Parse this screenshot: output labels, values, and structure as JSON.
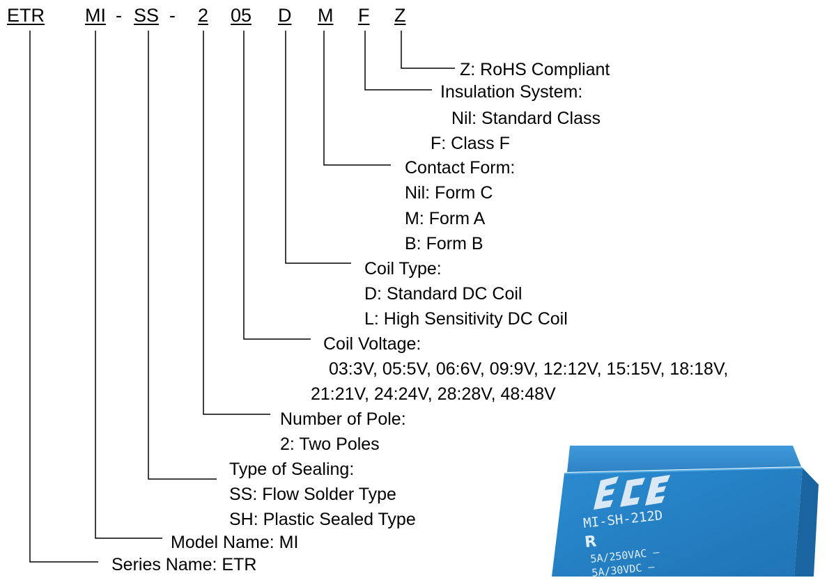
{
  "part_number": {
    "segments": [
      "ETR",
      "MI",
      "-",
      "SS",
      "-",
      "2",
      "05",
      "D",
      "M",
      "F",
      "Z"
    ]
  },
  "fields": [
    {
      "title": "Z: RoHS Compliant",
      "options": []
    },
    {
      "title": "Insulation System:",
      "options": [
        "Nil: Standard Class",
        "F: Class F"
      ]
    },
    {
      "title": "Contact Form:",
      "options": [
        "Nil: Form C",
        "M: Form A",
        "B: Form B"
      ]
    },
    {
      "title": "Coil Type:",
      "options": [
        "D: Standard DC Coil",
        "L: High Sensitivity DC Coil"
      ]
    },
    {
      "title": "Coil Voltage:",
      "options": [
        "03:3V, 05:5V, 06:6V, 09:9V, 12:12V, 15:15V, 18:18V,",
        "21:21V, 24:24V, 28:28V, 48:48V"
      ]
    },
    {
      "title": "Number of Pole:",
      "options": [
        "2: Two Poles"
      ]
    },
    {
      "title": "Type of Sealing:",
      "options": [
        "SS: Flow Solder Type",
        "SH: Plastic Sealed Type"
      ]
    },
    {
      "title": "Model Name: MI",
      "options": []
    },
    {
      "title": "Series Name: ETR",
      "options": []
    }
  ],
  "relay_photo": {
    "brand": "ECE",
    "model": "MI-SH-212D",
    "cert_mark": "R",
    "rating_1": "5A/250VAC –",
    "rating_2": "5A/30VDC –",
    "body_color": "#2a86c9"
  }
}
